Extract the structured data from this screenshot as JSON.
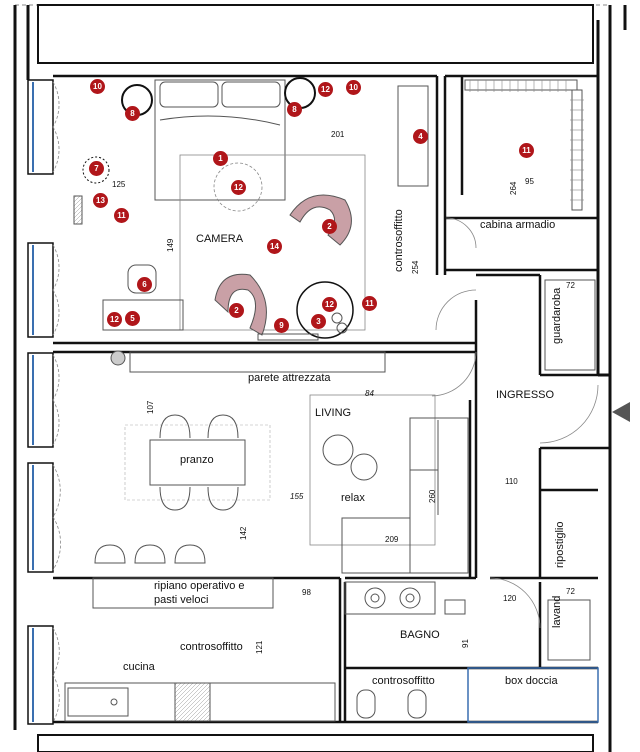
{
  "rooms": {
    "camera": "CAMERA",
    "cabina_armadio": "cabina armadio",
    "controsoffitto_camera": "controsoffitto",
    "guardaroba": "guardaroba",
    "parete_attrezzata": "parete attrezzata",
    "ingresso": "INGRESSO",
    "living": "LIVING",
    "pranzo": "pranzo",
    "relax": "relax",
    "ripostiglio": "ripostiglio",
    "ripiano_line1": "ripiano operativo e",
    "ripiano_line2": "pasti veloci",
    "controsoffitto_cucina": "controsoffitto",
    "cucina": "cucina",
    "bagno": "BAGNO",
    "lavand": "lavand",
    "controsoffitto_bagno": "controsoffitto",
    "box_doccia": "box doccia"
  },
  "dimensions": {
    "d201": "201",
    "d125": "125",
    "d149": "149",
    "d254": "254",
    "d264": "264",
    "d95": "95",
    "d72a": "72",
    "d84": "84",
    "d107": "107",
    "d110": "110",
    "d155": "155",
    "d142": "142",
    "d260": "260",
    "d209": "209",
    "d98": "98",
    "d121": "121",
    "d120": "120",
    "d91": "91",
    "d72b": "72"
  },
  "markers": {
    "m1": "1",
    "m2a": "2",
    "m2b": "2",
    "m3": "3",
    "m4": "4",
    "m5": "5",
    "m6": "6",
    "m7": "7",
    "m8a": "8",
    "m8b": "8",
    "m9": "9",
    "m10a": "10",
    "m10b": "10",
    "m11a": "11",
    "m11b": "11",
    "m11c": "11",
    "m12a": "12",
    "m12b": "12",
    "m12c": "12",
    "m12d": "12",
    "m13": "13",
    "m14": "14"
  },
  "colors": {
    "wall": "#111111",
    "furniture": "#555555",
    "marker": "#b0161a",
    "armchair": "#c9a0a6",
    "window": "#3a6fb0"
  }
}
